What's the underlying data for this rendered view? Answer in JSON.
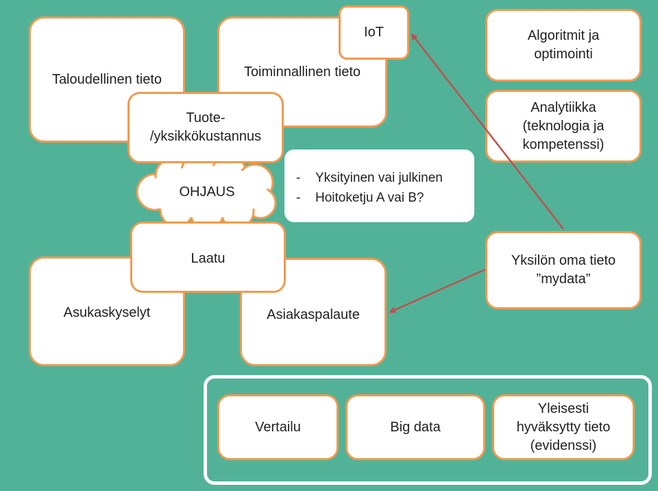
{
  "colors": {
    "background": "#52b298",
    "box_fill": "#ffffff",
    "box_border": "#f09a4f",
    "arrow": "#c0504d"
  },
  "boxes": {
    "taloudellinen": "Taloudellinen tieto",
    "toiminnallinen": "Toiminnallinen tieto",
    "iot": "IoT",
    "tuote": "Tuote-\n/yksikkökustannus",
    "algoritmit": "Algoritmit ja\noptimointi",
    "analytiikka": "Analytiikka\n(teknologia ja\nkompetenssi)",
    "laatu": "Laatu",
    "asukaskyselyt": "Asukaskyselyt",
    "asiakaspalaute": "Asiakaspalaute",
    "yksilon": "Yksilön oma tieto\n”mydata”",
    "vertailu": "Vertailu",
    "bigdata": "Big data",
    "yleisesti": "Yleisesti\nhyväksytty tieto\n(evidenssi)"
  },
  "cloud": {
    "label": "OHJAUS"
  },
  "bullets": {
    "marker": "-",
    "items": [
      "Yksityinen vai julkinen",
      "Hoitoketju A vai B?"
    ]
  }
}
